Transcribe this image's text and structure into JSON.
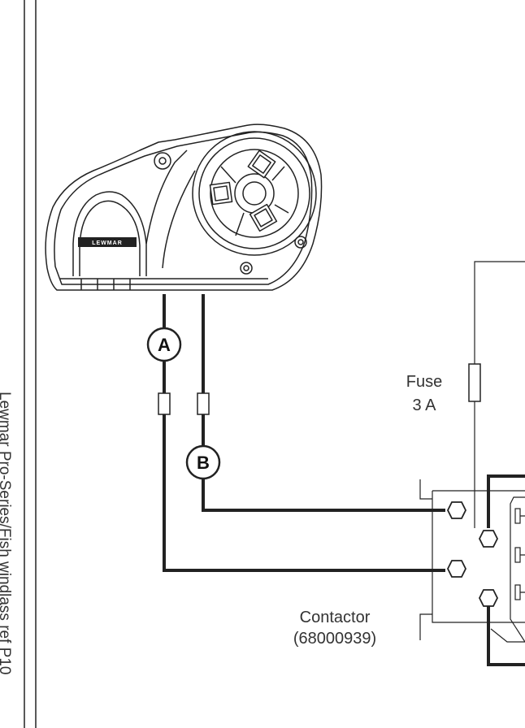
{
  "diagram": {
    "side_title": "Lewmar Pro-Series/Fish windlass ref P10",
    "brand_plate": "LEWMAR",
    "callouts": {
      "a": "A",
      "b": "B"
    },
    "fuse": {
      "label": "Fuse",
      "rating": "3 A"
    },
    "contactor": {
      "label": "Contactor",
      "part_number": "(68000939)"
    }
  }
}
